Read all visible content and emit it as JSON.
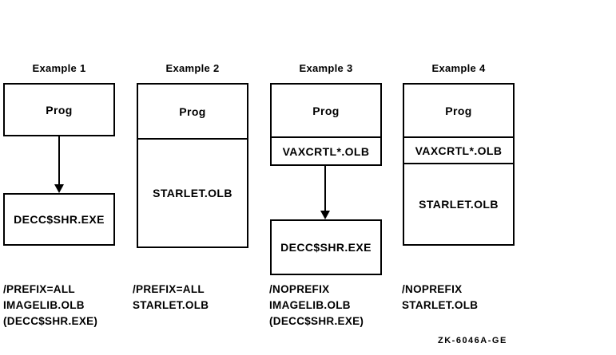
{
  "diagram": {
    "footer_code": "ZK-6046A-GE"
  },
  "columns": [
    {
      "header": "Example 1",
      "prog_box": "Prog",
      "result_box": "DECC$SHR.EXE",
      "caption_lines": [
        "/PREFIX=ALL",
        "IMAGELIB.OLB",
        "(DECC$SHR.EXE)"
      ]
    },
    {
      "header": "Example 2",
      "cells": [
        "Prog",
        "STARLET.OLB"
      ],
      "caption_lines": [
        "/PREFIX=ALL",
        "STARLET.OLB"
      ]
    },
    {
      "header": "Example 3",
      "cells": [
        "Prog",
        "VAXCRTL*.OLB"
      ],
      "result_box": "DECC$SHR.EXE",
      "caption_lines": [
        "/NOPREFIX",
        "IMAGELIB.OLB",
        "(DECC$SHR.EXE)"
      ]
    },
    {
      "header": "Example 4",
      "cells": [
        "Prog",
        "VAXCRTL*.OLB",
        "STARLET.OLB"
      ],
      "caption_lines": [
        "/NOPREFIX",
        "STARLET.OLB"
      ]
    }
  ]
}
